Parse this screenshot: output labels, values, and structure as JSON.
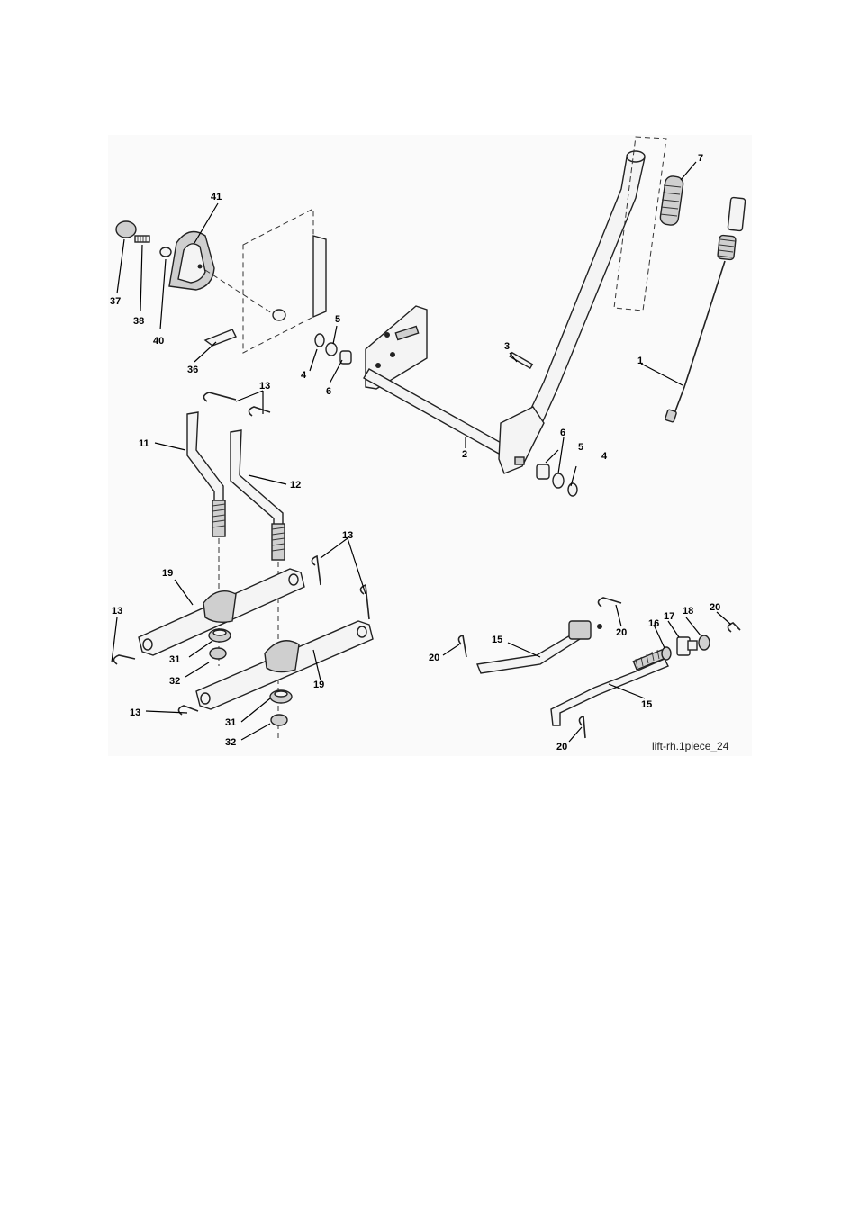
{
  "diagram": {
    "caption": "lift-rh.1piece_24",
    "callouts": {
      "c1": "1",
      "c2": "2",
      "c3": "3",
      "c4a": "4",
      "c4b": "4",
      "c5a": "5",
      "c5b": "5",
      "c6a": "6",
      "c6b": "6",
      "c7": "7",
      "c11": "11",
      "c12": "12",
      "c13a": "13",
      "c13b": "13",
      "c13c": "13",
      "c13d": "13",
      "c15a": "15",
      "c15b": "15",
      "c16": "16",
      "c17": "17",
      "c18": "18",
      "c19a": "19",
      "c19b": "19",
      "c20a": "20",
      "c20b": "20",
      "c20c": "20",
      "c20d": "20",
      "c31a": "31",
      "c31b": "31",
      "c32a": "32",
      "c32b": "32",
      "c36": "36",
      "c37": "37",
      "c38": "38",
      "c40": "40",
      "c41": "41"
    }
  }
}
